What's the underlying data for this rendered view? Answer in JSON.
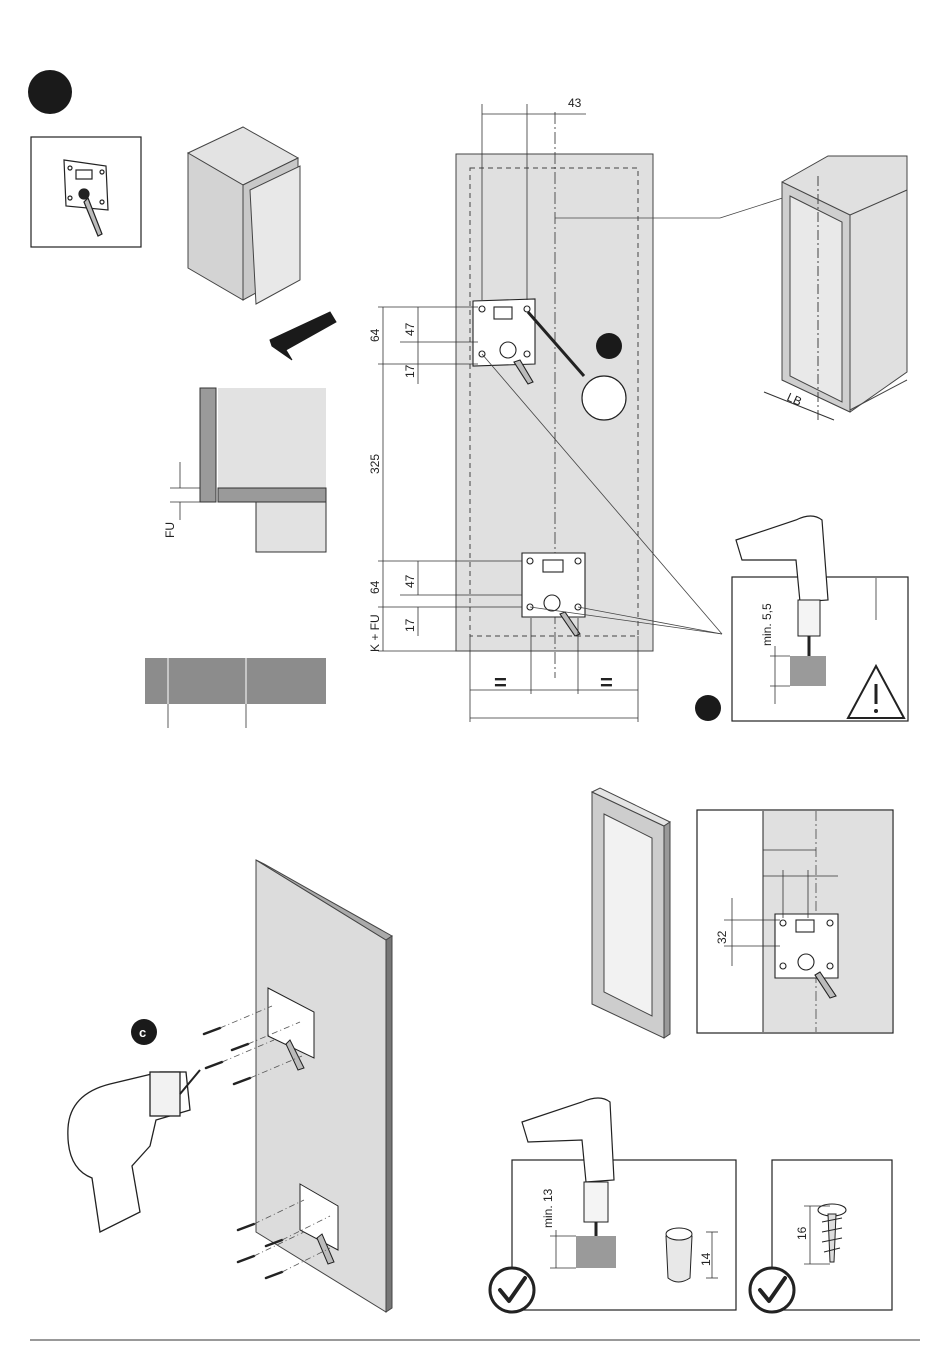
{
  "dims": {
    "d43": "43",
    "d64a": "64",
    "d47a": "47",
    "d17a": "17",
    "d325": "325",
    "d47b": "47",
    "d64b": "64",
    "d17b": "17",
    "kfu": "K + FU",
    "fu": "FU",
    "lb": "LB",
    "eq_left": "=",
    "eq_right": "=",
    "min55": "min. 5,5",
    "d32": "32",
    "min13": "min. 13",
    "d14": "14",
    "d16": "16"
  },
  "labels": {
    "step_c": "c"
  }
}
